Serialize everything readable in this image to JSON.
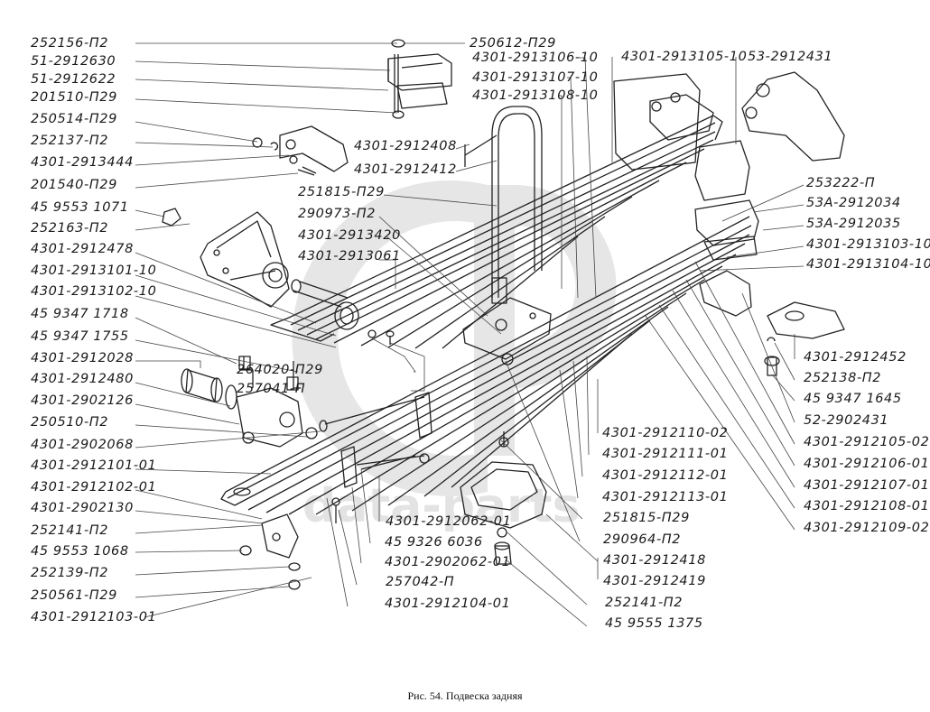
{
  "diagram": {
    "caption": "Рис. 54. Подвеска задняя",
    "watermark": {
      "text": "data-parts",
      "logo": "gp-logo"
    },
    "labels_left": [
      "252156-П2",
      "51-2912630",
      "51-2912622",
      "201510-П29",
      "250514-П29",
      "252137-П2",
      "4301-2913444",
      "201540-П29",
      "45 9553 1071",
      "252163-П2",
      "4301-2912478",
      "4301-2913101-10",
      "4301-2913102-10",
      "45 9347 1718",
      "45 9347 1755",
      "4301-2912028",
      "4301-2912480",
      "4301-2902126",
      "250510-П2",
      "4301-2902068",
      "4301-2912101-01",
      "4301-2912102-01",
      "4301-2902130",
      "252141-П2",
      "45 9553 1068",
      "252139-П2",
      "250561-П29",
      "4301-2912103-01"
    ],
    "labels_top": [
      "250612-П29",
      "4301-2913106-10",
      "4301-2913107-10",
      "4301-2913108-10",
      "4301-2913105-10",
      "53-2912431"
    ],
    "labels_center": [
      "4301-2912408",
      "4301-2912412",
      "251815-П29",
      "290973-П2",
      "4301-2913420",
      "4301-2913061",
      "264020-П29",
      "257041-П"
    ],
    "labels_right": [
      "253222-П",
      "53А-2912034",
      "53А-2912035",
      "4301-2913103-10",
      "4301-2913104-10",
      "4301-2912452",
      "252138-П2",
      "45 9347 1645",
      "52-2902431",
      "4301-2912105-02",
      "4301-2912106-01",
      "4301-2912107-01",
      "4301-2912108-01",
      "4301-2912109-02"
    ],
    "labels_bottom": [
      "4301-2912110-02",
      "4301-2912111-01",
      "4301-2912112-01",
      "4301-2912113-01",
      "251815-П29",
      "290964-П2",
      "4301-2912418",
      "4301-2912419",
      "252141-П2",
      "45 9555 1375",
      "4301-2912062-01",
      "45 9326 6036",
      "4301-2902062-01",
      "257042-П",
      "4301-2912104-01"
    ]
  }
}
